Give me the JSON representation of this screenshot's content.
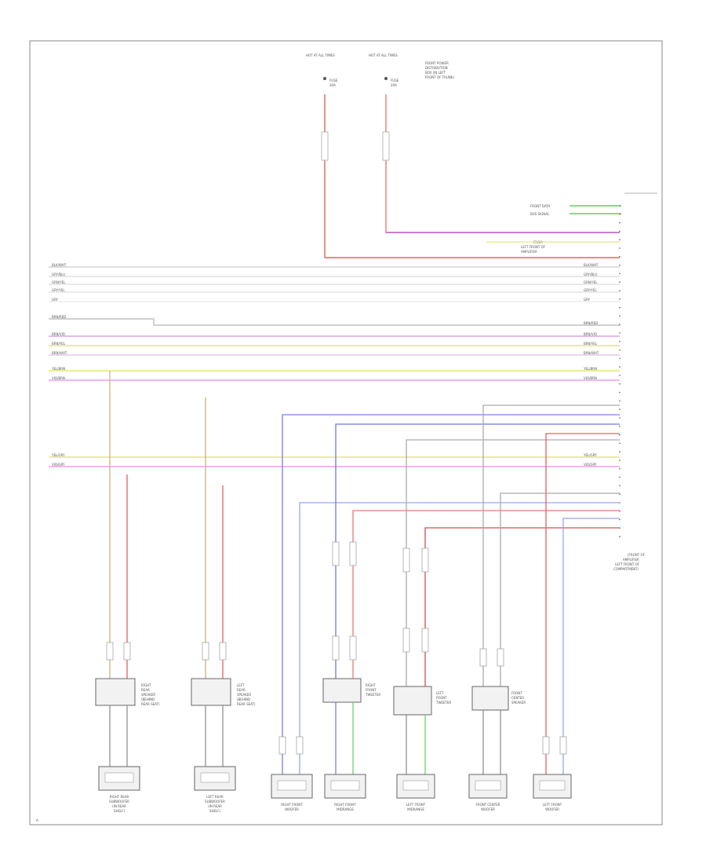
{
  "diagram": {
    "top_fuses": [
      {
        "id": "left-fuse",
        "lines": [
          "HOT AT ALL TIMES",
          "FUSE",
          "30A"
        ]
      },
      {
        "id": "right-fuse",
        "lines": [
          "HOT AT ALL TIMES",
          "FUSE",
          "20A"
        ]
      }
    ],
    "right_fuse_note": [
      "FRONT POWER",
      "DISTRIBUTION",
      "BOX (IN LEFT",
      "FRONT OF TRUNK)"
    ],
    "top_right_inputs": [
      {
        "label": "FRONT DATA",
        "color": "#5dd25d"
      },
      {
        "label": "BUS SIGNAL",
        "color": "#5dd25d"
      }
    ],
    "amp_connector_label": [
      "FROM",
      "LEFT FRONT OF",
      "AMPLIFIER"
    ],
    "amp_bottom_label": [
      "(FRONT OF",
      "AMPLIFIER",
      "LEFT FRONT OF",
      "COMPARTMENT)"
    ],
    "footer_code": "A",
    "bus_lines": [
      {
        "left": "BLK/WHT",
        "right": "BLK/WHT",
        "color": "#bfbfbf"
      },
      {
        "left": "GRY/BLU",
        "right": "GRY/BLU",
        "color": "#cfcfcf"
      },
      {
        "left": "GRN/YEL",
        "right": "GRN/YEL",
        "color": "#d6d6d6"
      },
      {
        "left": "GRY/YEL",
        "right": "GRY/YEL",
        "color": "#d9d9d9"
      },
      {
        "left": "GRY",
        "right": "GRY",
        "color": "#e0e0e0"
      }
    ],
    "colored_lines": [
      {
        "left": "BRN/RED",
        "right": "BRN/RED",
        "color": "#b5b5b5"
      },
      {
        "left": "BRN/VIO",
        "right": "BRN/VIO",
        "color": "#d9a3e8"
      },
      {
        "left": "BRN/YEL",
        "right": "BRN/YEL",
        "color": "#e6e67a"
      },
      {
        "left": "BRN/WHT",
        "right": "BRN/WHT",
        "color": "#e0c9e6"
      }
    ],
    "speaker_lines": [
      {
        "left": "YEL/BRN",
        "right": "YEL/BRN",
        "color": "#e6e67a"
      },
      {
        "left": "VIO/BRN",
        "right": "VIO/BRN",
        "color": "#f0a0f0"
      },
      {
        "left": "YEL/GRY",
        "right": "YEL/GRY",
        "color": "#e6e67a"
      },
      {
        "left": "VIO/GRY",
        "right": "VIO/GRY",
        "color": "#f0a0f0"
      }
    ],
    "components": [
      {
        "id": "right-rear-speaker",
        "lines": [
          "RIGHT",
          "REAR",
          "SPEAKER",
          "(BEHIND",
          "REAR SEAT)"
        ]
      },
      {
        "id": "left-rear-speaker",
        "lines": [
          "LEFT",
          "REAR",
          "SPEAKER",
          "(BEHIND",
          "REAR SEAT)"
        ]
      },
      {
        "id": "right-front-tweeter",
        "lines": [
          "RIGHT",
          "FRONT",
          "TWEETER"
        ]
      },
      {
        "id": "left-front-tweeter",
        "lines": [
          "LEFT",
          "FRONT",
          "TWEETER"
        ]
      },
      {
        "id": "front-center-speaker",
        "lines": [
          "FRONT",
          "CENTER",
          "SPEAKER"
        ]
      }
    ],
    "bottom_components": [
      {
        "id": "right-rear-sub",
        "lines": [
          "RIGHT REAR",
          "SUBWOOFER",
          "(IN REAR",
          "SHELF)"
        ]
      },
      {
        "id": "left-rear-sub",
        "lines": [
          "LEFT REAR",
          "SUBWOOFER",
          "(IN REAR",
          "SHELF)"
        ]
      },
      {
        "id": "right-front-woofer",
        "lines": [
          "RIGHT FRONT",
          "WOOFER"
        ]
      },
      {
        "id": "right-front-midrange",
        "lines": [
          "RIGHT FRONT",
          "MIDRANGE"
        ]
      },
      {
        "id": "left-front-midrange",
        "lines": [
          "LEFT FRONT",
          "MIDRANGE"
        ]
      },
      {
        "id": "front-center-woofer",
        "lines": [
          "FRONT CENTER",
          "WOOFER"
        ]
      },
      {
        "id": "left-front-woofer",
        "lines": [
          "LEFT FRONT",
          "WOOFER"
        ]
      }
    ]
  }
}
